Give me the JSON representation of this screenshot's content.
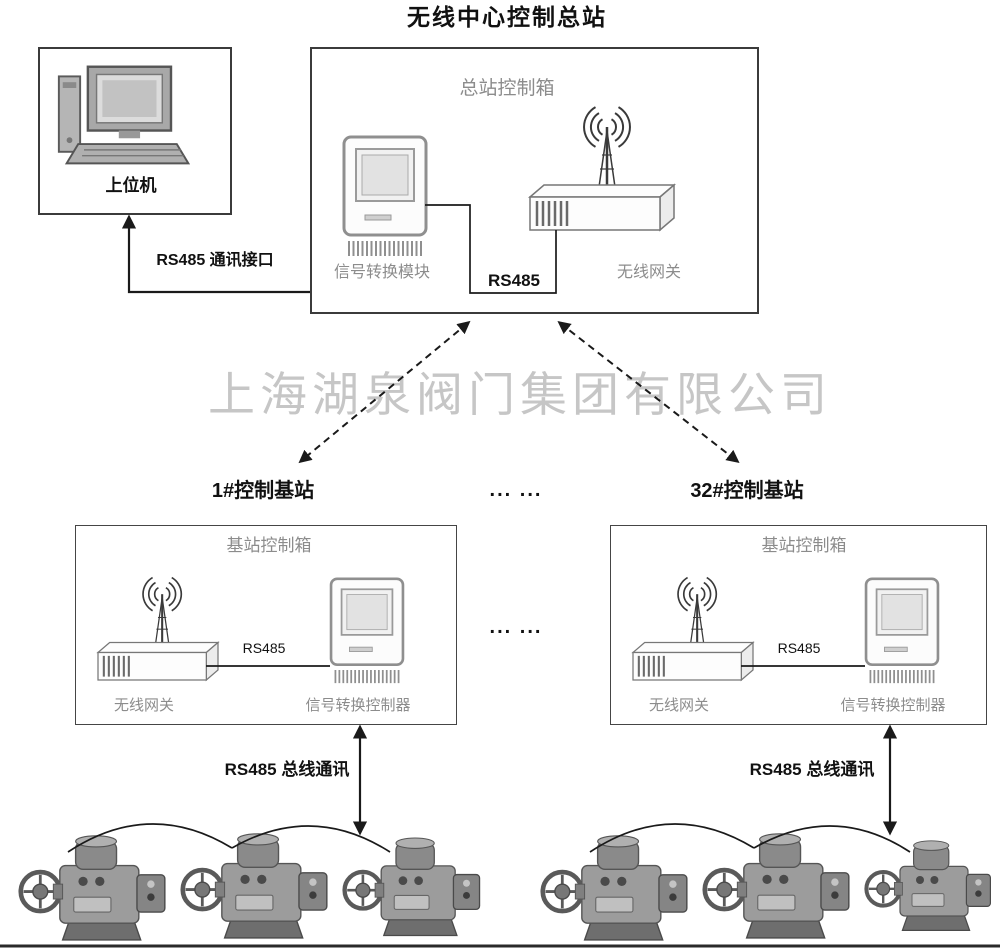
{
  "title": "无线中心控制总站",
  "watermark": "上海湖泉阀门集团有限公司",
  "host_station": {
    "label": "上位机"
  },
  "host_link_label": "RS485 通讯接口",
  "master_station": {
    "box_label": "总站控制箱",
    "module_label": "信号转换模块",
    "gateway_label": "无线网关",
    "rs485_label": "RS485"
  },
  "ellipsis_top": "... ...",
  "ellipsis_mid": "... ...",
  "base_left": {
    "title": "1#控制基站",
    "box_label": "基站控制箱",
    "gateway_label": "无线网关",
    "rs485_label": "RS485",
    "controller_label": "信号转换控制器",
    "bus_label": "RS485 总线通讯"
  },
  "base_right": {
    "title": "32#控制基站",
    "box_label": "基站控制箱",
    "gateway_label": "无线网关",
    "rs485_label": "RS485",
    "controller_label": "信号转换控制器",
    "bus_label": "RS485 总线通讯"
  },
  "colors": {
    "label_gray": "#8c8c8c",
    "watermark_gray": "#c6c6c6",
    "line_black": "#1a1a1a"
  }
}
